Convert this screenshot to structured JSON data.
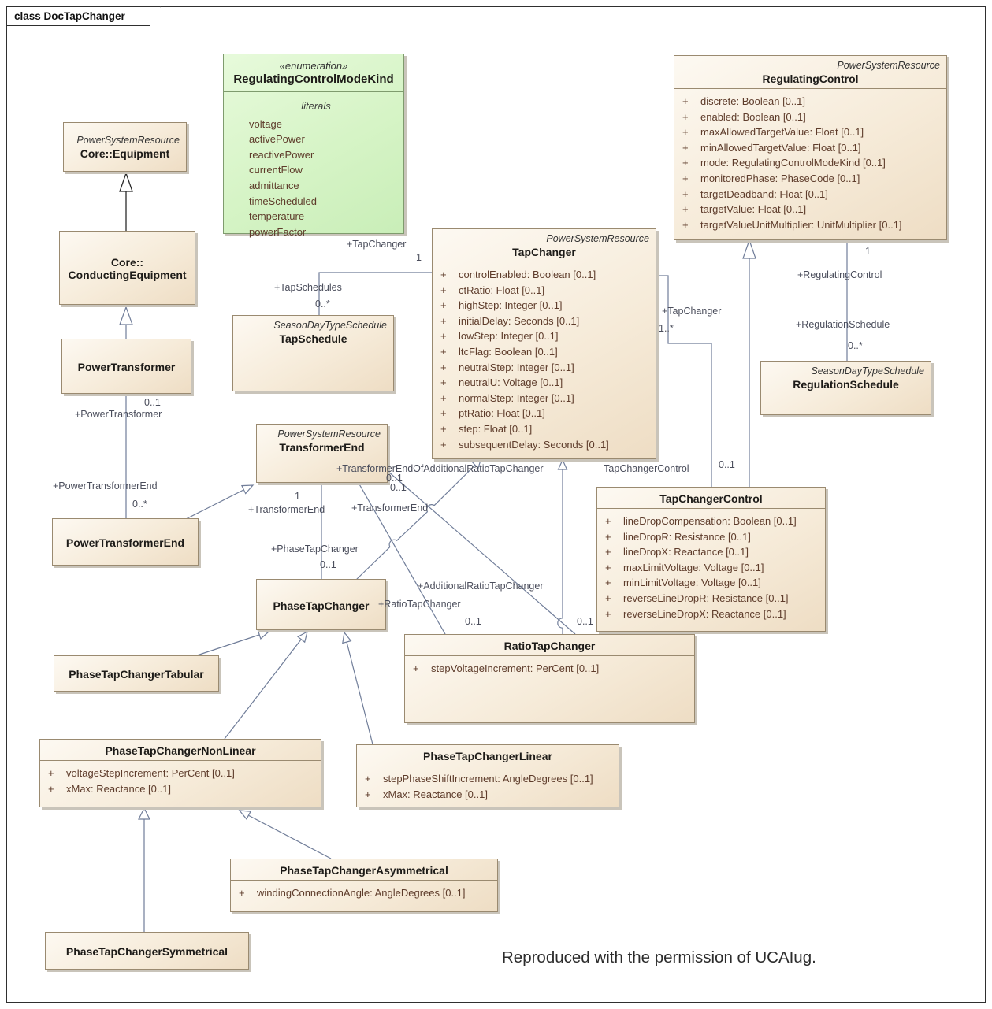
{
  "title": "class DocTapChanger",
  "footer": "Reproduced with the permission of UCAIug.",
  "colors": {
    "class_fill": "#f6ebd9",
    "class_border": "#9a8a70",
    "enum_fill": "#d6f4c6",
    "enum_border": "#7f9b6e",
    "connector_line": "#707d99",
    "attribute_text": "#5e3c2b",
    "label_text": "#4b4e5c"
  },
  "enumeration": {
    "stereotype": "«enumeration»",
    "name": "RegulatingControlModeKind",
    "literals_label": "literals",
    "literals": [
      "voltage",
      "activePower",
      "reactivePower",
      "currentFlow",
      "admittance",
      "timeScheduled",
      "temperature",
      "powerFactor"
    ]
  },
  "classes": [
    {
      "stereotype": "PowerSystemResource",
      "name": "Core::Equipment",
      "attributes": []
    },
    {
      "stereotype": "",
      "name": "Core::\nConductingEquipment",
      "attributes": []
    },
    {
      "stereotype": "",
      "name": "PowerTransformer",
      "attributes": []
    },
    {
      "stereotype": "SeasonDayTypeSchedule",
      "name": "TapSchedule",
      "attributes": []
    },
    {
      "stereotype": "PowerSystemResource",
      "name": "TapChanger",
      "attributes": [
        {
          "vis": "+",
          "text": "controlEnabled: Boolean [0..1]"
        },
        {
          "vis": "+",
          "text": "ctRatio: Float [0..1]"
        },
        {
          "vis": "+",
          "text": "highStep: Integer [0..1]"
        },
        {
          "vis": "+",
          "text": "initialDelay: Seconds [0..1]"
        },
        {
          "vis": "+",
          "text": "lowStep: Integer [0..1]"
        },
        {
          "vis": "+",
          "text": "ltcFlag: Boolean [0..1]"
        },
        {
          "vis": "+",
          "text": "neutralStep: Integer [0..1]"
        },
        {
          "vis": "+",
          "text": "neutralU: Voltage [0..1]"
        },
        {
          "vis": "+",
          "text": "normalStep: Integer [0..1]"
        },
        {
          "vis": "+",
          "text": "ptRatio: Float [0..1]"
        },
        {
          "vis": "+",
          "text": "step: Float [0..1]"
        },
        {
          "vis": "+",
          "text": "subsequentDelay: Seconds [0..1]"
        }
      ]
    },
    {
      "stereotype": "PowerSystemResource",
      "name": "RegulatingControl",
      "attributes": [
        {
          "vis": "+",
          "text": "discrete: Boolean [0..1]"
        },
        {
          "vis": "+",
          "text": "enabled: Boolean [0..1]"
        },
        {
          "vis": "+",
          "text": "maxAllowedTargetValue: Float [0..1]"
        },
        {
          "vis": "+",
          "text": "minAllowedTargetValue: Float [0..1]"
        },
        {
          "vis": "+",
          "text": "mode: RegulatingControlModeKind [0..1]"
        },
        {
          "vis": "+",
          "text": "monitoredPhase: PhaseCode [0..1]"
        },
        {
          "vis": "+",
          "text": "targetDeadband: Float [0..1]"
        },
        {
          "vis": "+",
          "text": "targetValue: Float [0..1]"
        },
        {
          "vis": "+",
          "text": "targetValueUnitMultiplier: UnitMultiplier [0..1]"
        }
      ]
    },
    {
      "stereotype": "SeasonDayTypeSchedule",
      "name": "RegulationSchedule",
      "attributes": []
    },
    {
      "stereotype": "",
      "name": "TapChangerControl",
      "attributes": [
        {
          "vis": "+",
          "text": "lineDropCompensation: Boolean [0..1]"
        },
        {
          "vis": "+",
          "text": "lineDropR: Resistance [0..1]"
        },
        {
          "vis": "+",
          "text": "lineDropX: Reactance [0..1]"
        },
        {
          "vis": "+",
          "text": "maxLimitVoltage: Voltage [0..1]"
        },
        {
          "vis": "+",
          "text": "minLimitVoltage: Voltage [0..1]"
        },
        {
          "vis": "+",
          "text": "reverseLineDropR: Resistance [0..1]"
        },
        {
          "vis": "+",
          "text": "reverseLineDropX: Reactance [0..1]"
        }
      ]
    },
    {
      "stereotype": "PowerSystemResource",
      "name": "TransformerEnd",
      "attributes": []
    },
    {
      "stereotype": "",
      "name": "PowerTransformerEnd",
      "attributes": []
    },
    {
      "stereotype": "",
      "name": "PhaseTapChanger",
      "attributes": []
    },
    {
      "stereotype": "",
      "name": "PhaseTapChangerTabular",
      "attributes": []
    },
    {
      "stereotype": "",
      "name": "RatioTapChanger",
      "attributes": [
        {
          "vis": "+",
          "text": "stepVoltageIncrement: PerCent [0..1]"
        }
      ]
    },
    {
      "stereotype": "",
      "name": "PhaseTapChangerNonLinear",
      "attributes": [
        {
          "vis": "+",
          "text": "voltageStepIncrement: PerCent [0..1]"
        },
        {
          "vis": "+",
          "text": "xMax: Reactance [0..1]"
        }
      ]
    },
    {
      "stereotype": "",
      "name": "PhaseTapChangerLinear",
      "attributes": [
        {
          "vis": "+",
          "text": "stepPhaseShiftIncrement: AngleDegrees [0..1]"
        },
        {
          "vis": "+",
          "text": "xMax: Reactance [0..1]"
        }
      ]
    },
    {
      "stereotype": "",
      "name": "PhaseTapChangerAsymmetrical",
      "attributes": [
        {
          "vis": "+",
          "text": "windingConnectionAngle: AngleDegrees [0..1]"
        }
      ]
    },
    {
      "stereotype": "",
      "name": "PhaseTapChangerSymmetrical",
      "attributes": []
    }
  ],
  "labels": [
    {
      "text": "+TapChanger"
    },
    {
      "text": "1"
    },
    {
      "text": "+TapSchedules"
    },
    {
      "text": "0..*"
    },
    {
      "text": "0..1"
    },
    {
      "text": "+PowerTransformer"
    },
    {
      "text": "+PowerTransformerEnd"
    },
    {
      "text": "0..*"
    },
    {
      "text": "1"
    },
    {
      "text": "+RegulatingControl"
    },
    {
      "text": "+RegulationSchedule"
    },
    {
      "text": "0..*"
    },
    {
      "text": "+TapChanger"
    },
    {
      "text": "1..*"
    },
    {
      "text": "-TapChangerControl"
    },
    {
      "text": "0..1"
    },
    {
      "text": "+TransformerEndOfAdditionalRatioTapChanger"
    },
    {
      "text": "0..1"
    },
    {
      "text": "0..1"
    },
    {
      "text": "1"
    },
    {
      "text": "+TransformerEnd"
    },
    {
      "text": "+TransformerEnd"
    },
    {
      "text": "+PhaseTapChanger"
    },
    {
      "text": "0..1"
    },
    {
      "text": "+AdditionalRatioTapChanger"
    },
    {
      "text": "+RatioTapChanger"
    },
    {
      "text": "0..1"
    },
    {
      "text": "0..1"
    }
  ]
}
